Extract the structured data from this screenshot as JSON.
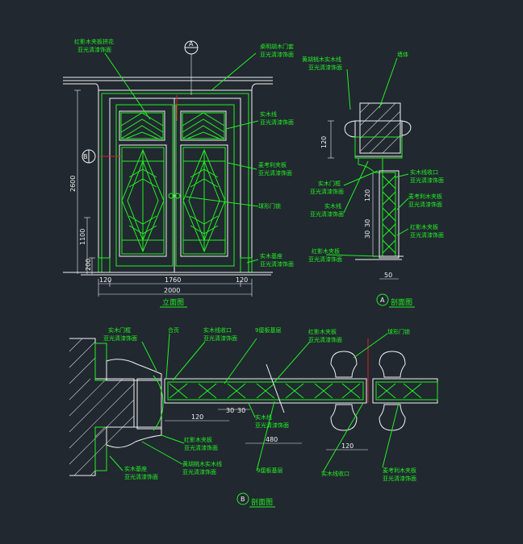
{
  "elevation": {
    "title": "立面图",
    "labels": {
      "top_left": [
        "红影木夹板拼花",
        "亚光清漆饰面"
      ],
      "top_right": [
        "桌明胡木门套",
        "亚光清漆饰面"
      ],
      "right_1": [
        "实木线",
        "亚光清漆饰面"
      ],
      "right_2": [
        "麦考利夹板",
        "亚光清漆饰面"
      ],
      "right_3": "球形门锁",
      "right_4": [
        "实木基座",
        "亚光清漆饰面"
      ]
    },
    "dims": {
      "height_total": "2600",
      "height_mid": "1100",
      "height_base": "200",
      "bottom_left": "120",
      "bottom_mid": "1760",
      "bottom_right": "120",
      "overall_width": "2000"
    },
    "section_markers": {
      "a": "A",
      "b": "B"
    }
  },
  "section_a": {
    "title": "剖面图",
    "marker": "A",
    "labels": {
      "top_left": [
        "黄胡桃木实木线",
        "亚光清漆饰面"
      ],
      "top_right": "墙体",
      "right_1": [
        "实木线收口",
        "亚光清漆饰面"
      ],
      "right_2": [
        "麦考利木夹板",
        "亚光清漆饰面"
      ],
      "right_3": [
        "红影木夹板",
        "亚光清漆饰面"
      ],
      "left_1": [
        "实木门框",
        "亚光清漆饰面"
      ],
      "left_2": [
        "实木线",
        "亚光清漆饰面"
      ],
      "left_3": [
        "红影木夹板",
        "亚光清漆饰面"
      ]
    },
    "dims": {
      "d1": "120",
      "d2": "120",
      "d3": "30",
      "d4": "30",
      "d5": "50"
    }
  },
  "section_b": {
    "title": "剖面图",
    "marker": "B",
    "labels": {
      "t1": [
        "实木门框",
        "亚光清漆饰面"
      ],
      "t2": "合页",
      "t3": [
        "实木线收口",
        "亚光清漆饰面"
      ],
      "t4": "9厘板基层",
      "t5": [
        "红影木夹板",
        "亚光清漆饰面"
      ],
      "t6": "球形门锁",
      "m1": [
        "实木线",
        "亚光清漆饰面"
      ],
      "m2": [
        "红影木夹板",
        "亚光清漆饰面"
      ],
      "b1": [
        "实木基座",
        "亚光清漆饰面"
      ],
      "b2": [
        "黄胡桃木实木线",
        "亚光清漆饰面"
      ],
      "b3": "9厘板基层",
      "b4": "实木线收口",
      "b5": [
        "麦考利木夹板",
        "亚光清漆饰面"
      ]
    },
    "dims": {
      "d1": "120",
      "d2": "30",
      "d3": "30",
      "d4": "480",
      "d5": "120"
    }
  }
}
